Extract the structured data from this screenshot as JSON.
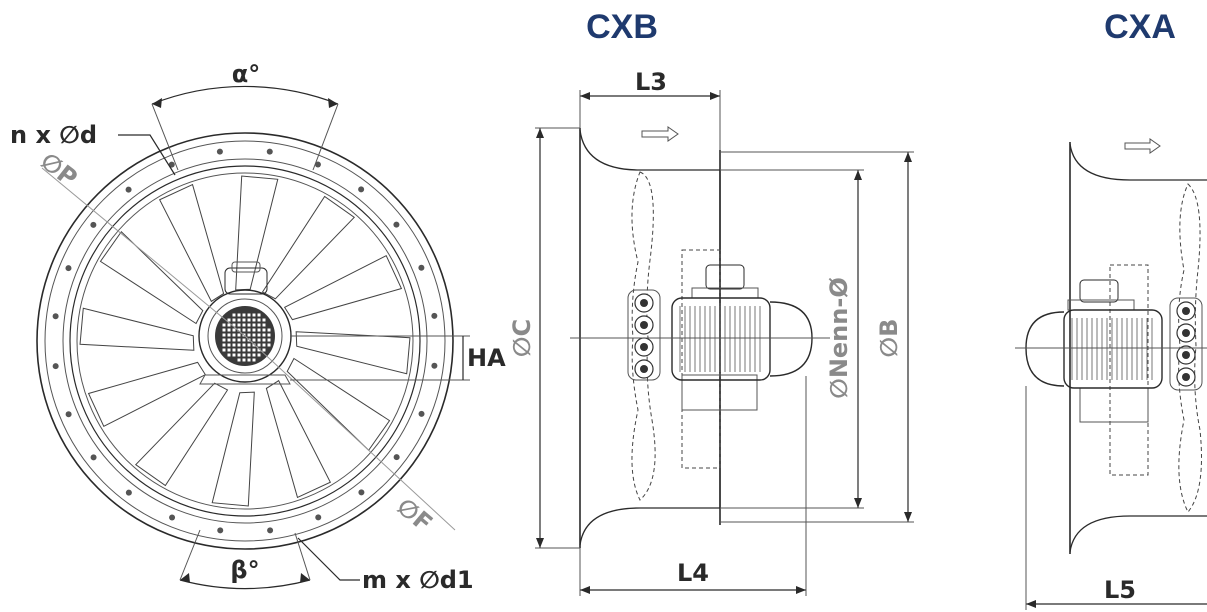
{
  "titles": {
    "cxb": "CXB",
    "cxa": "CXA"
  },
  "front_view": {
    "alpha": "α°",
    "beta": "β°",
    "bolt_holes_top": "n x ∅d",
    "bolt_holes_bottom": "m x ∅d1",
    "pitch_diameter": "∅P",
    "flange_diameter": "∅F",
    "shaft_height": "HA"
  },
  "side_view_cxb": {
    "l3": "L3",
    "l4": "L4",
    "dia_c": "∅C",
    "dia_nenn": "∅Nenn-Ø",
    "dia_b": "∅B"
  },
  "side_view_cxa": {
    "l5": "L5"
  },
  "colors": {
    "title": "#1f3a6e",
    "line": "#2a2a2a",
    "grey_label": "#8a8a8a"
  }
}
